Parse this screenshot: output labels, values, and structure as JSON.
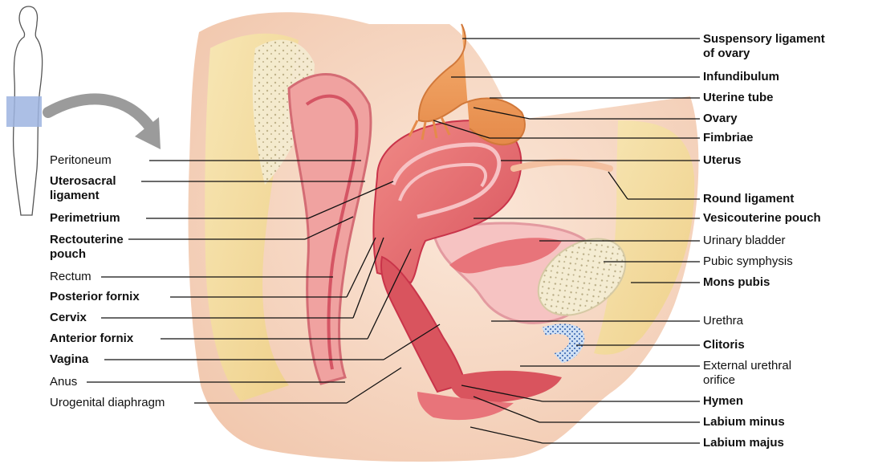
{
  "left_labels": [
    {
      "id": "peritoneum",
      "text": "Peritoneum",
      "bold": false
    },
    {
      "id": "uterosacral",
      "text": "Uterosacral\nligament",
      "bold": true
    },
    {
      "id": "perimetrium",
      "text": "Perimetrium",
      "bold": true
    },
    {
      "id": "rectouterine",
      "text": "Rectouterine\npouch",
      "bold": true
    },
    {
      "id": "rectum",
      "text": "Rectum",
      "bold": false
    },
    {
      "id": "posterior-fornix",
      "text": "Posterior fornix",
      "bold": true
    },
    {
      "id": "cervix",
      "text": "Cervix",
      "bold": true
    },
    {
      "id": "anterior-fornix",
      "text": "Anterior fornix",
      "bold": true
    },
    {
      "id": "vagina",
      "text": "Vagina",
      "bold": true
    },
    {
      "id": "anus",
      "text": "Anus",
      "bold": false
    },
    {
      "id": "urogenital",
      "text": "Urogenital diaphragm",
      "bold": false
    }
  ],
  "right_labels": [
    {
      "id": "suspensory",
      "text": "Suspensory ligament\nof ovary",
      "bold": true
    },
    {
      "id": "infundibulum",
      "text": "Infundibulum",
      "bold": true
    },
    {
      "id": "uterine-tube",
      "text": "Uterine tube",
      "bold": true
    },
    {
      "id": "ovary",
      "text": "Ovary",
      "bold": true
    },
    {
      "id": "fimbriae",
      "text": "Fimbriae",
      "bold": true
    },
    {
      "id": "uterus",
      "text": "Uterus",
      "bold": true
    },
    {
      "id": "round-ligament",
      "text": "Round ligament",
      "bold": true
    },
    {
      "id": "vesicouterine",
      "text": "Vesicouterine pouch",
      "bold": true
    },
    {
      "id": "urinary-bladder",
      "text": "Urinary bladder",
      "bold": false
    },
    {
      "id": "pubic-symphysis",
      "text": "Pubic symphysis",
      "bold": false
    },
    {
      "id": "mons-pubis",
      "text": "Mons pubis",
      "bold": true
    },
    {
      "id": "urethra",
      "text": "Urethra",
      "bold": false
    },
    {
      "id": "clitoris",
      "text": "Clitoris",
      "bold": true
    },
    {
      "id": "external-urethral",
      "text": "External urethral\norifice",
      "bold": false
    },
    {
      "id": "hymen",
      "text": "Hymen",
      "bold": true
    },
    {
      "id": "labium-minus",
      "text": "Labium minus",
      "bold": true
    },
    {
      "id": "labium-majus",
      "text": "Labium majus",
      "bold": true
    }
  ],
  "colors": {
    "skin": "#f6d9c4",
    "fat": "#f3dca0",
    "muscle": "#e8747a",
    "lining": "#f2a3a8",
    "deep": "#c9344a",
    "ovary": "#f0a25a",
    "bone": "#f0e6c8",
    "highlight": "#9db4e0",
    "arrow": "#9b9b9b",
    "leader": "#111111"
  }
}
